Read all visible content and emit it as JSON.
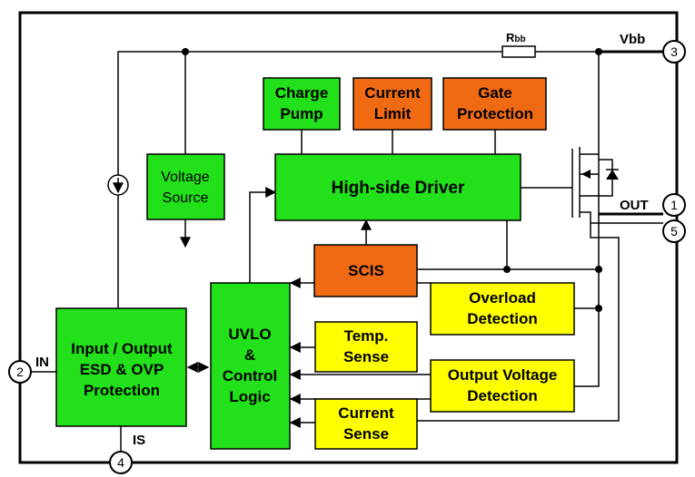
{
  "colors": {
    "green": "#22e01a",
    "orange": "#f06a14",
    "yellow": "#ffff00",
    "line": "#000000"
  },
  "blocks": {
    "charge_pump": [
      "Charge",
      "Pump"
    ],
    "current_limit": [
      "Current",
      "Limit"
    ],
    "gate_protection": [
      "Gate",
      "Protection"
    ],
    "voltage_source": [
      "Voltage",
      "Source"
    ],
    "high_side_driver": [
      "High-side Driver"
    ],
    "scis": [
      "SCIS"
    ],
    "input_output": [
      "Input / Output",
      "ESD & OVP",
      "Protection"
    ],
    "uvlo": [
      "UVLO",
      "&",
      "Control",
      "Logic"
    ],
    "overload": [
      "Overload",
      "Detection"
    ],
    "temp_sense": [
      "Temp.",
      "Sense"
    ],
    "output_voltage": [
      "Output Voltage",
      "Detection"
    ],
    "current_sense": [
      "Current",
      "Sense"
    ]
  },
  "pins": {
    "vbb": {
      "number": "3",
      "label": "Vbb"
    },
    "out": {
      "number": "1",
      "label": "OUT"
    },
    "pin5": {
      "number": "5",
      "label": ""
    },
    "in": {
      "number": "2",
      "label": "IN"
    },
    "is": {
      "number": "4",
      "label": "IS"
    }
  },
  "resistor": {
    "label": "R",
    "sub": "bb"
  }
}
